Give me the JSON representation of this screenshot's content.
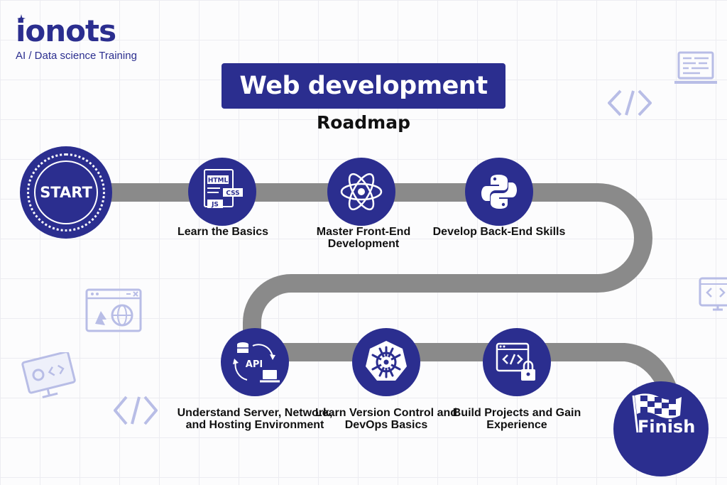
{
  "brand": {
    "name": "ionots",
    "tagline": "AI / Data science Training"
  },
  "header": {
    "title": "Web development",
    "subtitle": "Roadmap"
  },
  "start_label": "START",
  "finish_label": "Finish",
  "steps": [
    {
      "label": "Learn the Basics",
      "icon": "html-css-js-icon",
      "tags": [
        "HTML",
        "CSS",
        "JS"
      ]
    },
    {
      "label": "Master Front-End Development",
      "icon": "react-atom-icon"
    },
    {
      "label": "Develop Back-End Skills",
      "icon": "python-icon"
    },
    {
      "label": "Understand Server, Network, and Hosting Environment",
      "icon": "api-server-icon",
      "tag": "API"
    },
    {
      "label": "Learn Version Control and DevOps Basics",
      "icon": "kubernetes-helm-icon"
    },
    {
      "label": "Build Projects and Gain Experience",
      "icon": "code-window-lock-icon"
    }
  ],
  "colors": {
    "primary": "#2b2e8f",
    "road": "#8a8a8a",
    "decor": "#b8bde6"
  }
}
